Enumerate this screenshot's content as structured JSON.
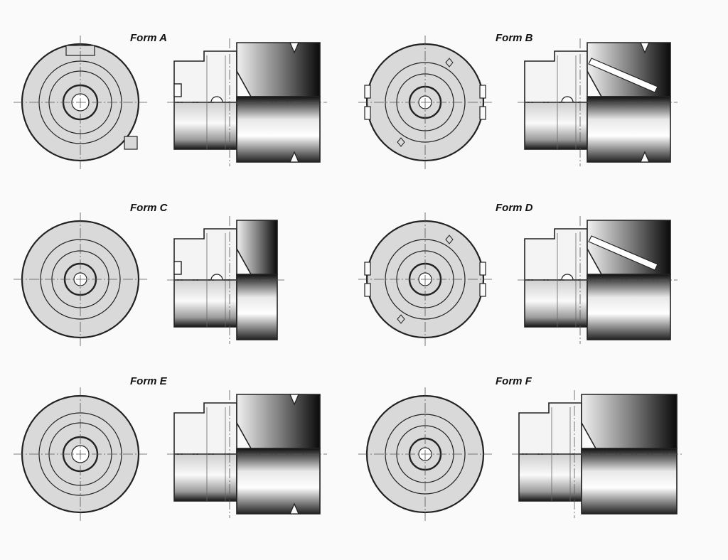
{
  "forms": [
    {
      "label": "Form A",
      "front": {
        "inner_rings": 3,
        "notches": "top-bottom",
        "marks": false
      },
      "side": {
        "type": "A"
      }
    },
    {
      "label": "Form B",
      "front": {
        "inner_rings": 2,
        "notches": "left-right",
        "marks": true
      },
      "side": {
        "type": "B"
      }
    },
    {
      "label": "Form C",
      "front": {
        "inner_rings": 2,
        "notches": "none",
        "marks": false
      },
      "side": {
        "type": "C"
      }
    },
    {
      "label": "Form D",
      "front": {
        "inner_rings": 2,
        "notches": "left-right",
        "marks": true
      },
      "side": {
        "type": "D"
      }
    },
    {
      "label": "Form E",
      "front": {
        "inner_rings": 3,
        "notches": "none",
        "marks": false
      },
      "side": {
        "type": "E"
      }
    },
    {
      "label": "Form F",
      "front": {
        "inner_rings": 2,
        "notches": "none",
        "marks": false
      },
      "side": {
        "type": "F"
      }
    }
  ],
  "colors": {
    "background": "#fafafa",
    "body_fill": "#d9d9d9",
    "outline": "#222222",
    "centerline": "#555555",
    "dark_section": "#1a1a1a"
  }
}
